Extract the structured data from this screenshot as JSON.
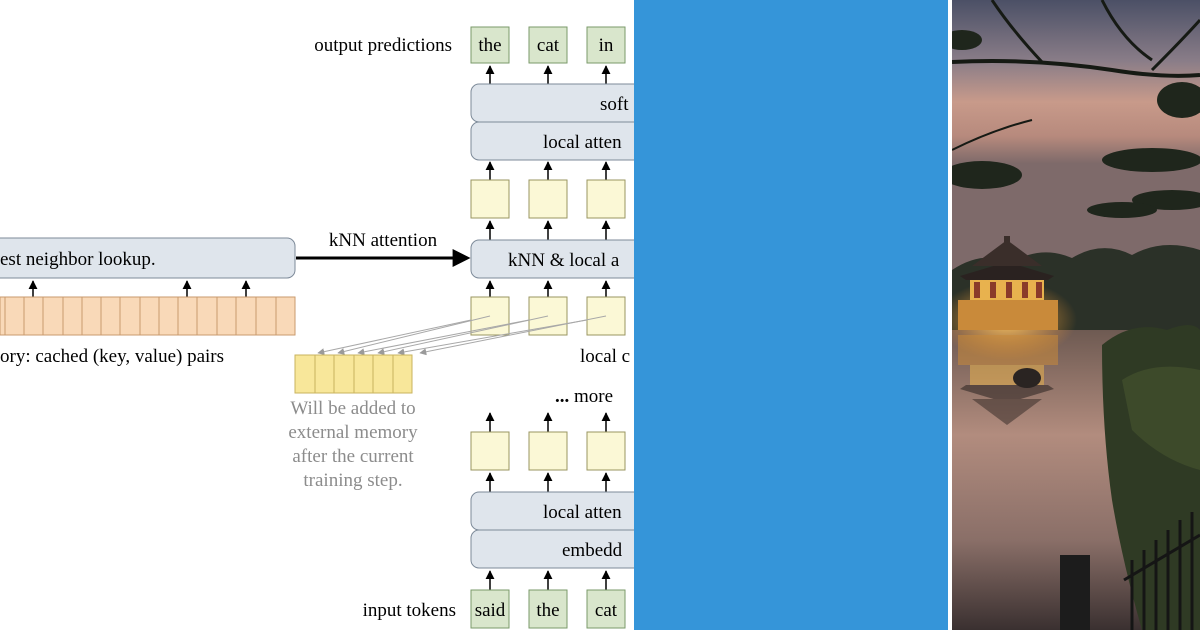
{
  "diagram": {
    "output_label": "output predictions",
    "output_tokens": [
      "the",
      "cat",
      "in"
    ],
    "softmax_label": "soft",
    "local_attn_top_label": "local atten",
    "knn_local_label": "knn & local a",
    "knn_attention_label": "kNN attention",
    "lookup_label": "est neighbor lookup.",
    "memory_label": "ory: cached (key, value) pairs",
    "local_context_label": "local c",
    "more_label": "... more",
    "will_be_added_lines": [
      "Will be added to",
      "external memory",
      "after the current",
      "training step."
    ],
    "local_attn_bottom_label": "local atten",
    "embedding_label": "embedd",
    "input_label": "input tokens",
    "input_tokens": [
      "said",
      "the",
      "cat"
    ]
  },
  "colors": {
    "blue_panel": "#3595d9",
    "token_fill": "#d9e6cc",
    "token_stroke": "#7a9a6a",
    "layer_fill": "#dfe5ec",
    "layer_stroke": "#7d8a99",
    "cell_fill": "#fbf8d6",
    "cell_stroke": "#9a9660",
    "memory_fill": "#f9d9b8",
    "memory_stroke": "#c99a6e",
    "pending_fill": "#f8e79a",
    "pending_stroke": "#c9b35e",
    "gray_text": "#8c8c8c"
  },
  "photo": {
    "subject": "illuminated pavilion reflected in a pond at dusk, framed by pine branches"
  }
}
